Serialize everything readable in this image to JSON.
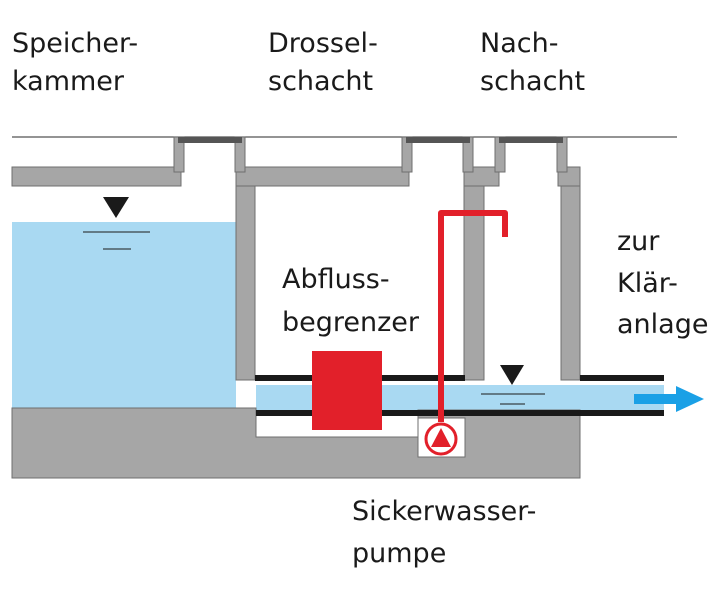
{
  "labels": {
    "storage_chamber": [
      "Speicher-",
      "kammer"
    ],
    "throttle_shaft": [
      "Drossel-",
      "schacht"
    ],
    "downstream_shaft": [
      "Nach-",
      "schacht"
    ],
    "flow_limiter": [
      "Abfluss-",
      "begrenzer"
    ],
    "to_treatment_plant": [
      "zur",
      "Klär-",
      "anlage"
    ],
    "seepage_pump": [
      "Sickerwasser-",
      "pumpe"
    ]
  },
  "colors": {
    "concrete": "#a6a6a6",
    "concrete_edge": "#6f6f6f",
    "water": "#a9d9f2",
    "limiter": "#e2202a",
    "pipe": "#e2202a",
    "flow_arrow": "#1aa0e6",
    "dark": "#1a1a1a"
  },
  "icons": {
    "water_level": "down-triangle-icon",
    "pump": "pump-icon",
    "flow_direction": "right-arrow-icon"
  }
}
